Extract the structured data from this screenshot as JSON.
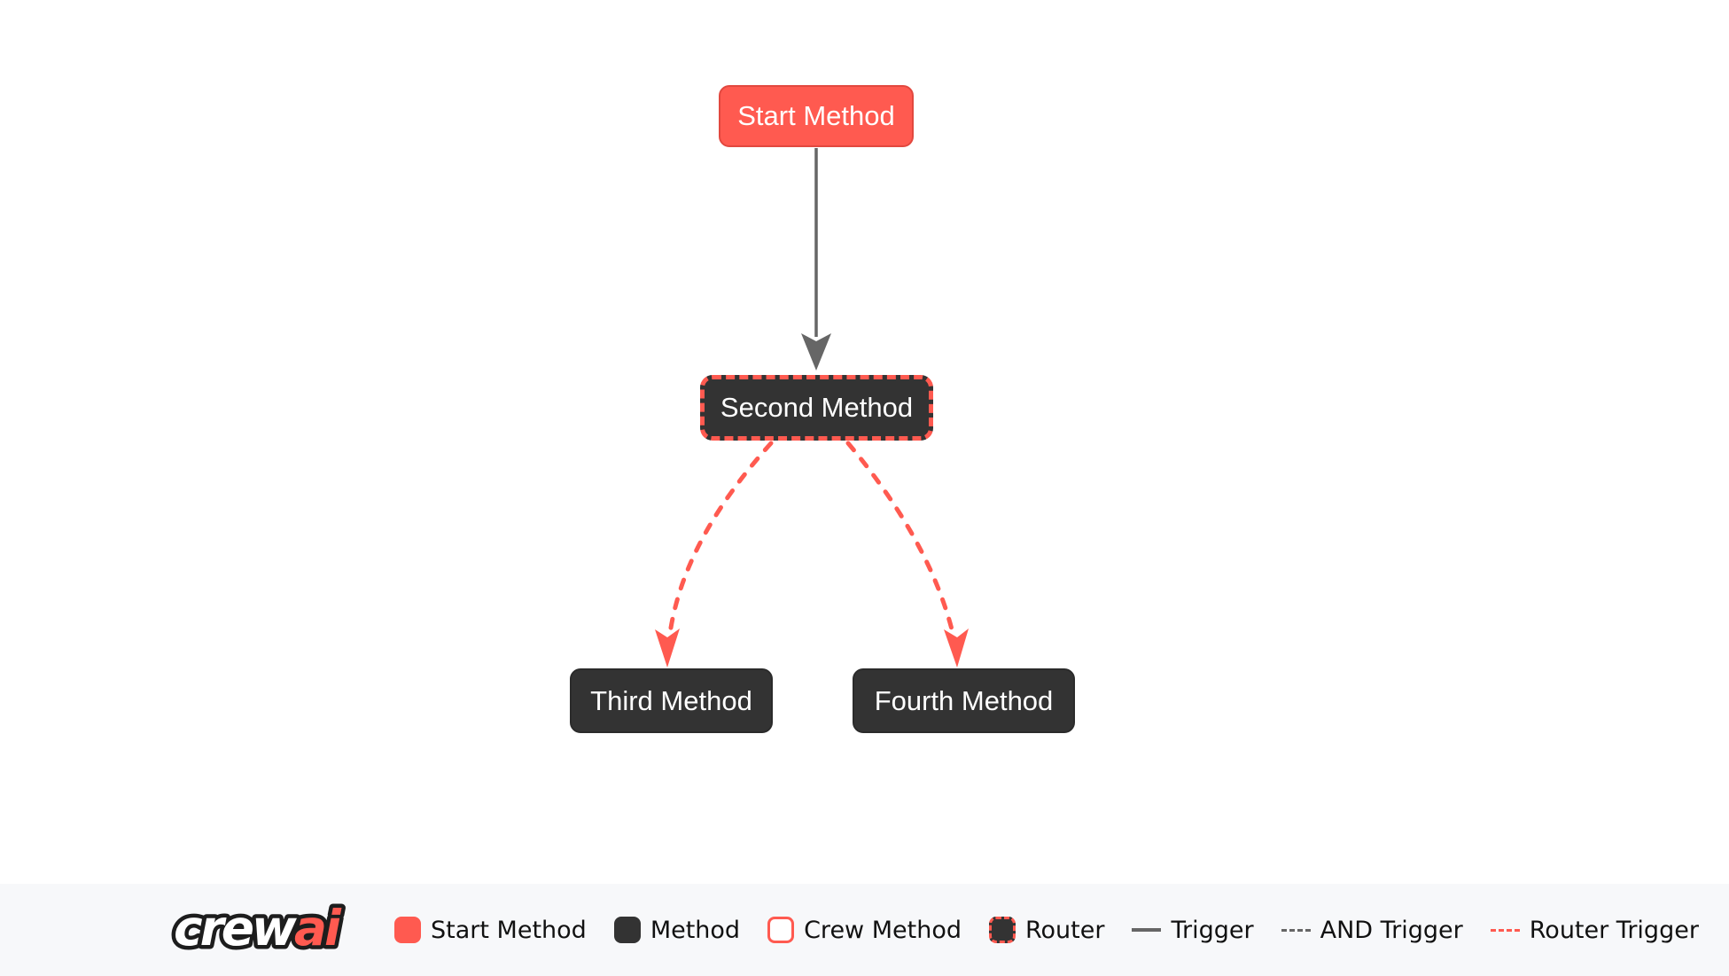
{
  "diagram": {
    "nodes": [
      {
        "id": "start_method",
        "label": "Start Method",
        "type": "start-method"
      },
      {
        "id": "second_method",
        "label": "Second Method",
        "type": "router"
      },
      {
        "id": "third_method",
        "label": "Third Method",
        "type": "method"
      },
      {
        "id": "fourth_method",
        "label": "Fourth Method",
        "type": "method"
      }
    ],
    "edges": [
      {
        "from": "Start Method",
        "to": "Second Method",
        "type": "trigger"
      },
      {
        "from": "Second Method",
        "to": "Third Method",
        "type": "router-trigger"
      },
      {
        "from": "Second Method",
        "to": "Fourth Method",
        "type": "router-trigger"
      }
    ]
  },
  "legend": {
    "logo": {
      "crew": "crew",
      "ai": "ai"
    },
    "items": [
      {
        "label": "Start Method",
        "swatch": "start-method-swatch"
      },
      {
        "label": "Method",
        "swatch": "method-swatch"
      },
      {
        "label": "Crew Method",
        "swatch": "crew-method-swatch"
      },
      {
        "label": "Router",
        "swatch": "router-swatch"
      },
      {
        "label": "Trigger",
        "swatch": "trigger-line"
      },
      {
        "label": "AND Trigger",
        "swatch": "and-trigger-line"
      },
      {
        "label": "Router Trigger",
        "swatch": "router-trigger-line"
      }
    ]
  },
  "colors": {
    "accent": "#ff5a50",
    "accent_border": "#e2483f",
    "node_dark": "#333333",
    "edge_gray": "#666666",
    "node_text": "#ffffff",
    "legend_bg": "#f7f8fa",
    "legend_text": "#111111",
    "canvas_bg": "#ffffff"
  }
}
